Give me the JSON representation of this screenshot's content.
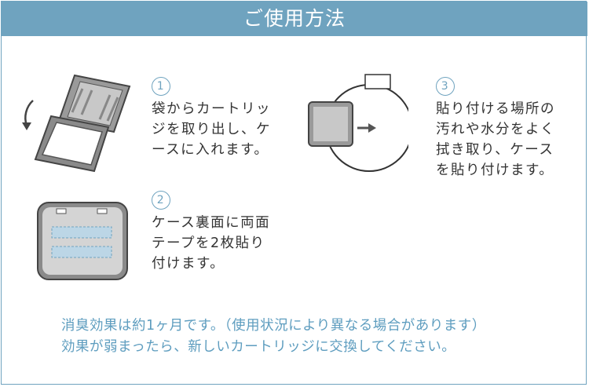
{
  "header": {
    "title": "ご使用方法"
  },
  "steps": [
    {
      "number": "1",
      "lines": [
        "袋からカートリッ",
        "ジを取り出し、ケ",
        "ースに入れます。"
      ]
    },
    {
      "number": "2",
      "lines": [
        "ケース裏面に両面",
        "テープを2枚貼り",
        "付けます。"
      ]
    },
    {
      "number": "3",
      "lines": [
        "貼り付ける場所の",
        "汚れや水分をよく",
        "拭き取り、ケース",
        "を貼り付けます。"
      ]
    }
  ],
  "notes": [
    "消臭効果は約1ヶ月です。（使用状況により異なる場合があります）",
    "効果が弱まったら、新しいカートリッジに交換してください。"
  ],
  "colors": {
    "accent": "#6fa3bf",
    "text": "#333333",
    "note": "#5e9dbf"
  }
}
